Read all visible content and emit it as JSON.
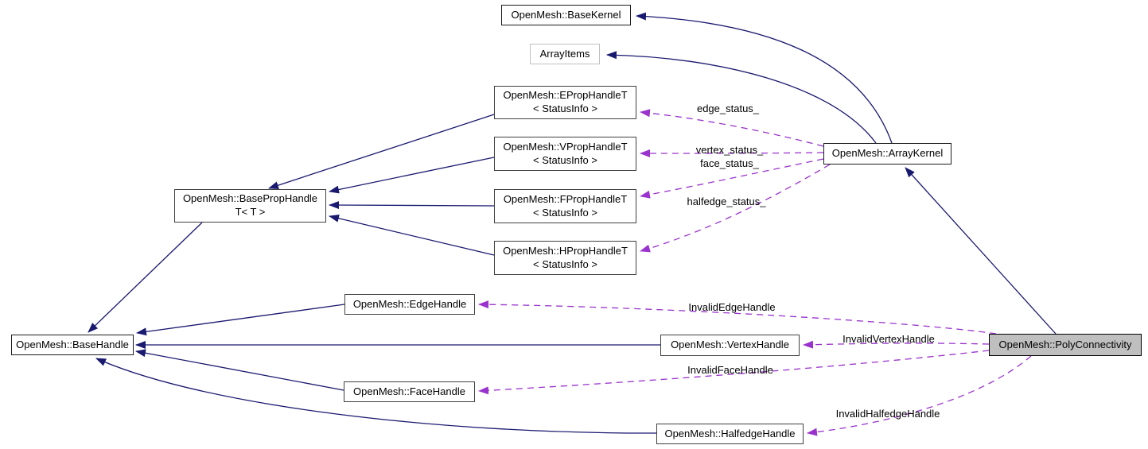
{
  "diagram": {
    "kind": "class-collaboration-diagram",
    "selected_class": "OpenMesh::PolyConnectivity",
    "colors": {
      "inheritance_edge": "#191970",
      "usage_edge": "#9a32cd",
      "node_background": "#ffffff",
      "selected_node_background": "#bfbfbf",
      "node_border": "#404040",
      "text": "#000000"
    },
    "nodes": {
      "base_kernel": {
        "label": "OpenMesh::BaseKernel"
      },
      "array_items": {
        "label": "ArrayItems"
      },
      "eprop": {
        "line1": "OpenMesh::EPropHandleT",
        "line2": "< StatusInfo >"
      },
      "vprop": {
        "line1": "OpenMesh::VPropHandleT",
        "line2": "< StatusInfo >"
      },
      "fprop": {
        "line1": "OpenMesh::FPropHandleT",
        "line2": "< StatusInfo >"
      },
      "hprop": {
        "line1": "OpenMesh::HPropHandleT",
        "line2": "< StatusInfo >"
      },
      "base_prop": {
        "line1": "OpenMesh::BasePropHandle",
        "line2": "T< T >"
      },
      "base_handle": {
        "label": "OpenMesh::BaseHandle"
      },
      "edge_handle": {
        "label": "OpenMesh::EdgeHandle"
      },
      "vertex_handle": {
        "label": "OpenMesh::VertexHandle"
      },
      "face_handle": {
        "label": "OpenMesh::FaceHandle"
      },
      "halfedge_handle": {
        "label": "OpenMesh::HalfedgeHandle"
      },
      "array_kernel": {
        "label": "OpenMesh::ArrayKernel"
      },
      "poly_connectivity": {
        "label": "OpenMesh::PolyConnectivity"
      }
    },
    "edge_labels": {
      "edge_status": "edge_status_",
      "vertex_status": "vertex_status_",
      "face_status": "face_status_",
      "halfedge_status": "halfedge_status_",
      "invalid_edge": "InvalidEdgeHandle",
      "invalid_vertex": "InvalidVertexHandle",
      "invalid_face": "InvalidFaceHandle",
      "invalid_halfedge": "InvalidHalfedgeHandle"
    }
  }
}
